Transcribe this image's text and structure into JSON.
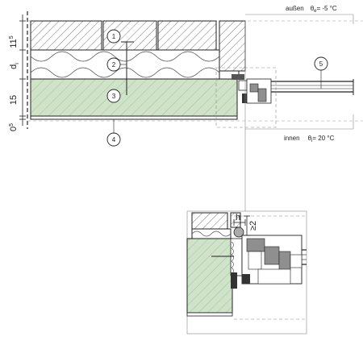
{
  "dimensions": {
    "brick_main": "11",
    "brick_sup": "5",
    "insulation_main": "d",
    "insulation_sub": "i",
    "concrete": "15",
    "plaster_main": "0",
    "plaster_sup": "5"
  },
  "conditions": {
    "outside_label": "außen",
    "outside_theta_main": "θ",
    "outside_theta_sub": "e",
    "outside_value": "=  -5 °C",
    "inside_label": "innen",
    "inside_theta_main": "θ",
    "inside_theta_sub": "i",
    "inside_value": "=  20 °C"
  },
  "callouts": [
    "1",
    "2",
    "3",
    "4",
    "5"
  ],
  "detail": {
    "dim_h": "h",
    "dim_min": "≥2"
  },
  "colors": {
    "concrete": "#cfe3c9",
    "hatch": "#444444",
    "line": "#222222",
    "frame_gray": "#8f8f8f"
  }
}
